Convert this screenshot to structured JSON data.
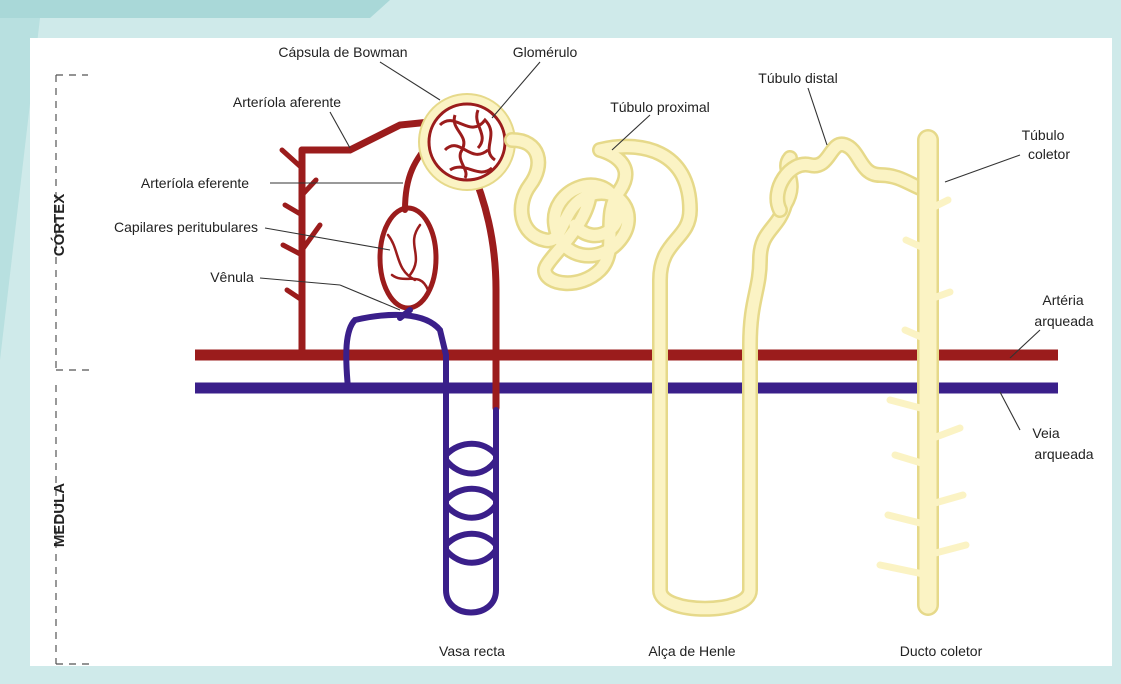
{
  "labels": {
    "capsula": "Cápsula de Bowman",
    "glomerulo": "Glomérulo",
    "arteriola_aferente": "Arteríola aferente",
    "arteriola_eferente": "Arteríola eferente",
    "capilares": "Capilares peritubulares",
    "venula": "Vênula",
    "tubulo_proximal": "Túbulo proximal",
    "tubulo_distal": "Túbulo distal",
    "tubulo_coletor": [
      "Túbulo",
      "coletor"
    ],
    "arteria_arqueada": [
      "Artéria",
      "arqueada"
    ],
    "veia_arqueada": [
      "Veia",
      "arqueada"
    ],
    "vasa_recta": "Vasa recta",
    "alca_henle": "Alça de Henle",
    "ducto_coletor": "Ducto coletor"
  },
  "regions": {
    "cortex": "CÓRTEX",
    "medula": "MEDULA"
  },
  "colors": {
    "background": "#cfeaea",
    "panel": "#ffffff",
    "artery": "#9b1c1c",
    "vein": "#3a1f8a",
    "tubule_fill": "#fbf3c4",
    "tubule_edge": "#e6d98a"
  }
}
